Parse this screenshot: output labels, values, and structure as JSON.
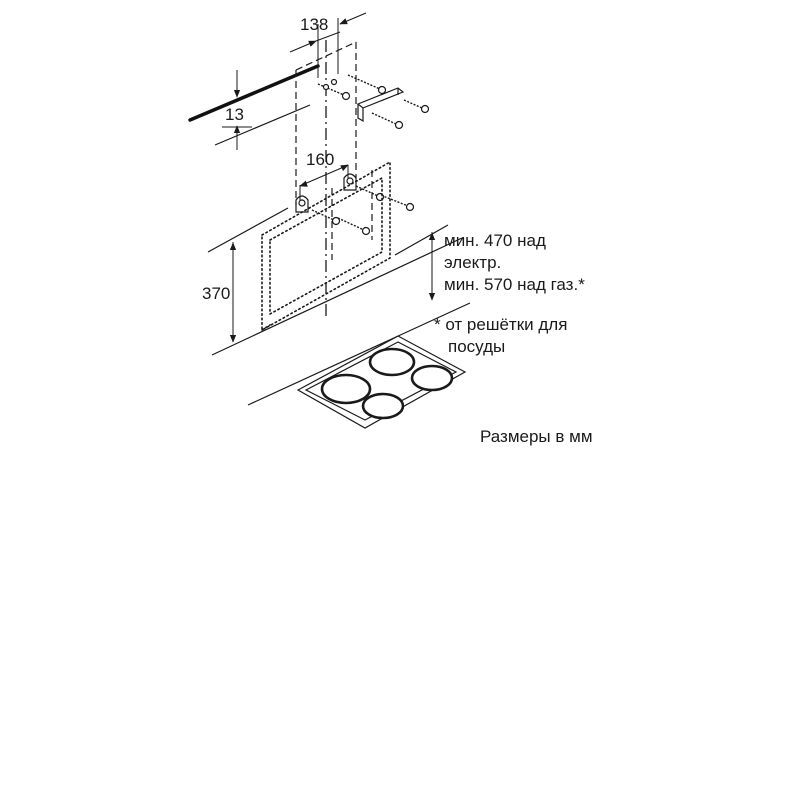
{
  "dimensions": {
    "width_top": "138",
    "height_top": "13",
    "spacing_brackets": "160",
    "height_hood": "370"
  },
  "notes": {
    "min_electric_line1": "мин. 470 над",
    "min_electric_line2": "электр.",
    "min_gas": "мин. 570 над газ.*",
    "footnote_line1": "* от решётки для",
    "footnote_line2": "посуды",
    "units": "Размеры в мм"
  }
}
